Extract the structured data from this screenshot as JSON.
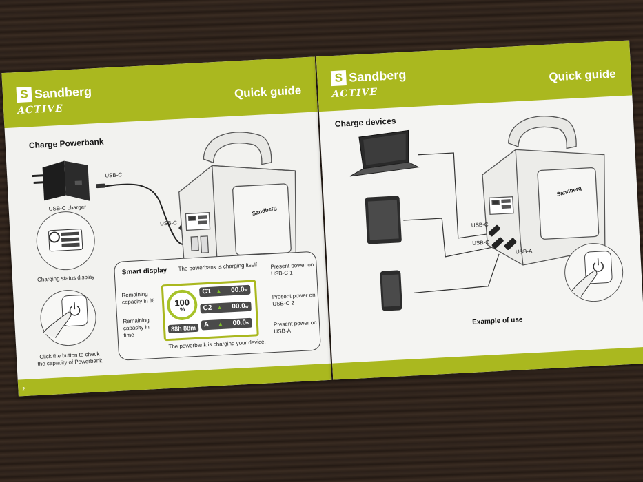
{
  "left_page": {
    "brand": "Sandberg",
    "brand_mark": "S",
    "sub_brand": "ACTIVE",
    "header_title": "Quick guide",
    "section_title": "Charge Powerbank",
    "labels": {
      "usb_c_cable": "USB-C",
      "usb_c_port": "USB-C",
      "charger": "USB-C charger",
      "status_display": "Charging status display",
      "button_hint_line1": "Click the button to check",
      "button_hint_line2": "the capacity of Powerbank",
      "device_brand": "Sandberg"
    },
    "page_number": "2",
    "smart_display": {
      "title": "Smart display",
      "charging_itself": "The powerbank is charging itself.",
      "charging_device": "The powerbank is charging your device.",
      "remaining_capacity": "Remaining capacity in %",
      "remaining_time": "Remaining capacity in time",
      "capacity_value": "100",
      "capacity_unit": "%",
      "time_value": "88h 88m",
      "channels": [
        {
          "name": "C1",
          "value": "00.0",
          "unit": "w",
          "desc": "Present power on USB-C 1"
        },
        {
          "name": "C2",
          "value": "00.0",
          "unit": "w",
          "desc": "Present power on USB-C 2"
        },
        {
          "name": "A",
          "value": "00.0",
          "unit": "w",
          "desc": "Present power on USB-A"
        }
      ]
    }
  },
  "right_page": {
    "brand": "Sandberg",
    "brand_mark": "S",
    "sub_brand": "ACTIVE",
    "header_title": "Quick guide",
    "section_title": "Charge devices",
    "labels": {
      "usb_c_1": "USB-C",
      "usb_c_2": "USB-C",
      "usb_a": "USB-A",
      "caption": "Example of use",
      "device_brand": "Sandberg"
    }
  },
  "colors": {
    "accent": "#aab81f",
    "paper": "#f2f2ef",
    "table": "#2f241c"
  }
}
